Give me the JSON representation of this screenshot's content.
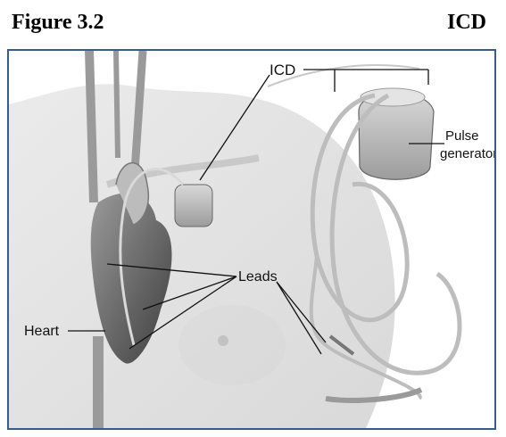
{
  "header": {
    "figure_label": "Figure 3.2",
    "figure_topic": "ICD"
  },
  "labels": {
    "icd": "ICD",
    "pulse_line1": "Pulse",
    "pulse_line2": "generator",
    "leads": "Leads",
    "heart": "Heart"
  }
}
